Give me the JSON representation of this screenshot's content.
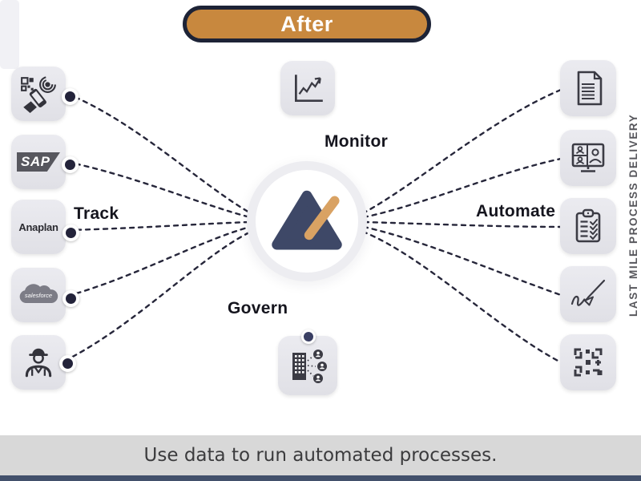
{
  "badge": {
    "label": "After"
  },
  "hub": {
    "logo_icon": "triangle-pencil-logo",
    "labels": {
      "monitor": "Monitor",
      "track": "Track",
      "automate": "Automate",
      "govern": "Govern"
    }
  },
  "top_node": {
    "icon": "line-chart-icon"
  },
  "bottom_node": {
    "icon": "org-building-share-icon"
  },
  "left_column": [
    {
      "icon": "phone-qr-scan-icon",
      "label": ""
    },
    {
      "icon": "sap-logo",
      "label": "SAP"
    },
    {
      "icon": "anaplan-logo",
      "label": "Anaplan"
    },
    {
      "icon": "salesforce-logo",
      "label": "salesforce"
    },
    {
      "icon": "field-agent-icon",
      "label": ""
    }
  ],
  "right_column": [
    {
      "icon": "document-icon"
    },
    {
      "icon": "video-call-icon"
    },
    {
      "icon": "checklist-icon"
    },
    {
      "icon": "signature-icon"
    },
    {
      "icon": "qr-code-icon"
    }
  ],
  "side_label": "LAST MILE PROCESS DELIVERY",
  "footer": {
    "caption": "Use data to run automated processes."
  },
  "colors": {
    "accent_orange": "#c8883e",
    "badge_border_navy": "#1d2336",
    "logo_navy": "#3e4867",
    "logo_tan": "#d9a263",
    "tile_gray": "#e6e6eb",
    "connector_dark": "#26263a",
    "footer_gray": "#d8d8d8",
    "footer_navy": "#42506b"
  }
}
